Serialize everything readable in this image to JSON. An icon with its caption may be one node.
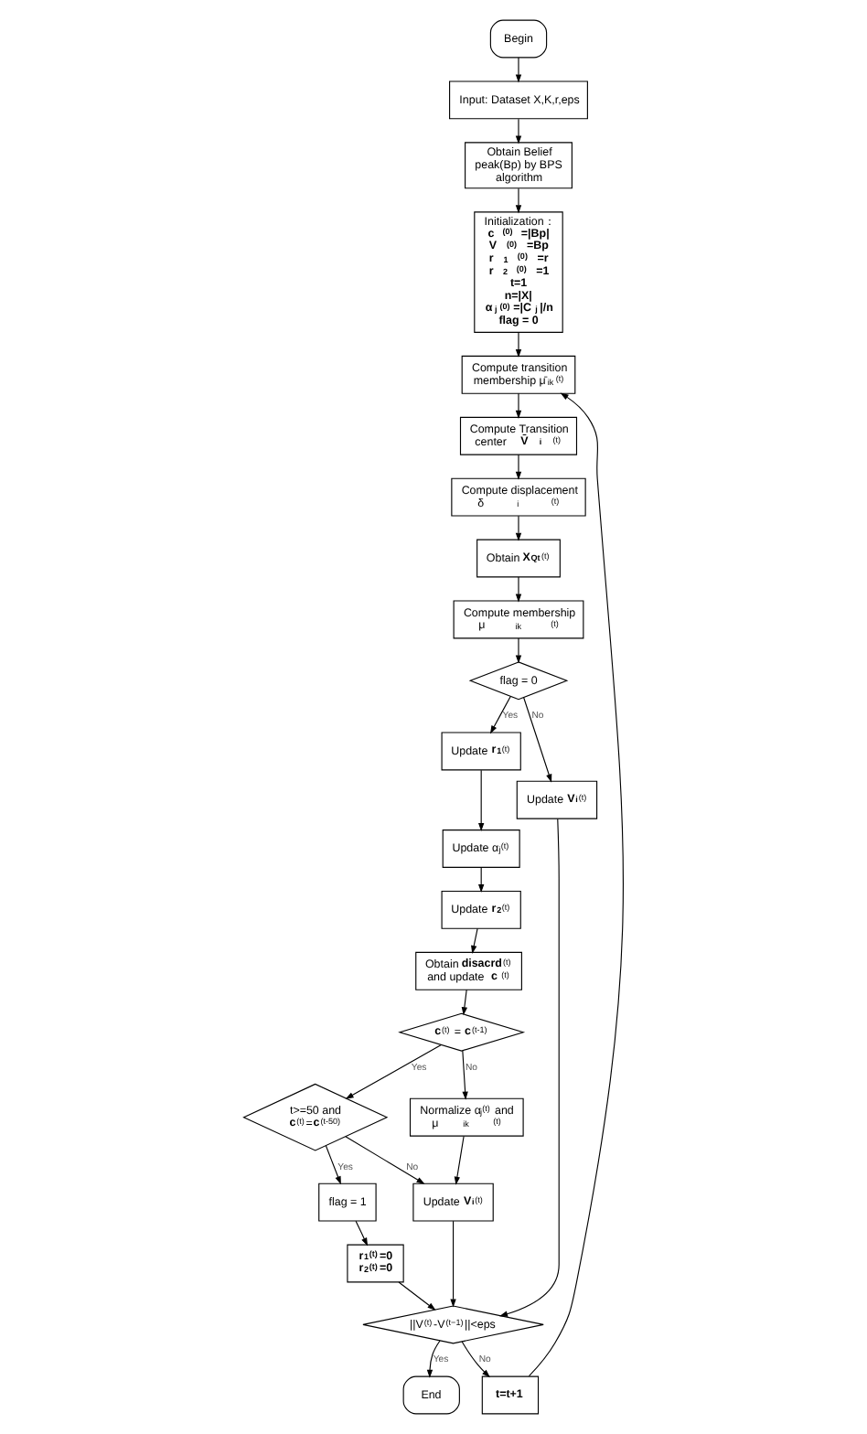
{
  "diagram": {
    "nodes": [
      {
        "text": [
          "Begin"
        ]
      },
      {
        "text": [
          "Input: Dataset X,K,r,eps"
        ]
      },
      {
        "text": [
          "Obtain Belief peak(Bp) by BPS algorithm"
        ]
      },
      {
        "text": [
          "Initialization：",
          "c$^{(0)}$=|Bp|",
          "V$^{(0)}$=Bp",
          "r$_{1}$$^{(0)}$=r",
          "r$_{2}$$^{(0)}$=1",
          "t=1",
          "n=|X|",
          "α$_{j}$$^{(0)}$=|C$_{j}$|/n",
          "flag = 0"
        ]
      },
      {
        "text": [
          "Compute transition membership μ̄$_{ik}$$^{(t)}$"
        ]
      },
      {
        "text": [
          "Compute Transition center **V̄$_{i}$**$^{(t)}$"
        ]
      },
      {
        "text": [
          "Compute displacement δ$_{i}$$^{(t)}$"
        ]
      },
      {
        "text": [
          "Obtain **X$_{Qt}$**$^{(t)}$"
        ]
      },
      {
        "text": [
          "Compute membership μ$_{ik}$$^{(t)}$"
        ]
      },
      {
        "text": [
          "flag = 0"
        ]
      },
      {
        "text": [
          "Update **r$_{1}$**$^{(t)}$"
        ]
      },
      {
        "text": [
          "Update α$_{j}$$^{(t)}$"
        ]
      },
      {
        "text": [
          "Update **r$_{2}$**$^{(t)}$"
        ]
      },
      {
        "text": [
          "Obtain **disacrd**$^{(t)}$ and update **c**$^{(t)}$"
        ]
      },
      {
        "text": [
          "**c**$^{(t)}$ = **c**$^{(t-1)}$"
        ]
      },
      {
        "text": [
          "t>=50 and **c**$^{(t)}$=**c**$^{(t-50)}$"
        ]
      },
      {
        "text": [
          "Normalize α$_{j}$$^{(t)}$ and μ$_{ik}$$^{(t)}$"
        ]
      },
      {
        "text": [
          "flag = 1"
        ]
      },
      {
        "text": [
          "Update **V$_{i}$**$^{(t)}$"
        ]
      },
      {
        "text": [
          "r$_{1}$$^{(t)}$=0",
          "r$_{2}$$^{(t)}$=0"
        ]
      },
      {
        "text": [
          "Update **V$_{i}$**$^{(t)}$"
        ]
      },
      {
        "text": [
          "||V$^{(t)}$-V$^{(t−1)}$||<eps"
        ]
      },
      {
        "text": [
          "End"
        ]
      },
      {
        "text": [
          "t=t+1"
        ]
      }
    ],
    "edges": [
      {
        "from": 0,
        "to": 1,
        "arrow": "to"
      },
      {
        "from": 1,
        "to": 2,
        "arrow": "to"
      },
      {
        "from": 2,
        "to": 3,
        "arrow": "to"
      },
      {
        "from": 3,
        "to": 4,
        "arrow": "to"
      },
      {
        "from": 4,
        "to": 5,
        "arrow": "to"
      },
      {
        "from": 5,
        "to": 6,
        "arrow": "to"
      },
      {
        "from": 6,
        "to": 7,
        "arrow": "to"
      },
      {
        "from": 7,
        "to": 8,
        "arrow": "to"
      },
      {
        "from": 8,
        "to": 9,
        "arrow": "to"
      },
      {
        "from": 9,
        "to": 10,
        "arrow": "to",
        "label": "Yes"
      },
      {
        "from": 9,
        "to": 18,
        "arrow": "to",
        "label": "No"
      },
      {
        "from": 10,
        "to": 11,
        "arrow": "to"
      },
      {
        "from": 11,
        "to": 12,
        "arrow": "to"
      },
      {
        "from": 12,
        "to": 13,
        "arrow": "to"
      },
      {
        "from": 13,
        "to": 14,
        "arrow": "to"
      },
      {
        "from": 14,
        "to": 15,
        "arrow": "to",
        "label": "Yes"
      },
      {
        "from": 14,
        "to": 16,
        "arrow": "to",
        "label": "No"
      },
      {
        "from": 15,
        "to": 17,
        "arrow": "to",
        "label": "Yes"
      },
      {
        "from": 15,
        "to": 20,
        "arrow": "to",
        "label": "No"
      },
      {
        "from": 16,
        "to": 20,
        "arrow": "to"
      },
      {
        "from": 17,
        "to": 19,
        "arrow": "to"
      },
      {
        "from": 19,
        "to": 21,
        "arrow": "to"
      },
      {
        "from": 18,
        "to": 21,
        "arrow": "to"
      },
      {
        "from": 20,
        "to": 21,
        "arrow": "to"
      },
      {
        "from": 21,
        "to": 22,
        "arrow": "to",
        "label": "Yes"
      },
      {
        "from": 21,
        "to": 23,
        "arrow": "to",
        "label": "No"
      },
      {
        "from": 23,
        "to": 4,
        "arrow": "to"
      }
    ]
  }
}
